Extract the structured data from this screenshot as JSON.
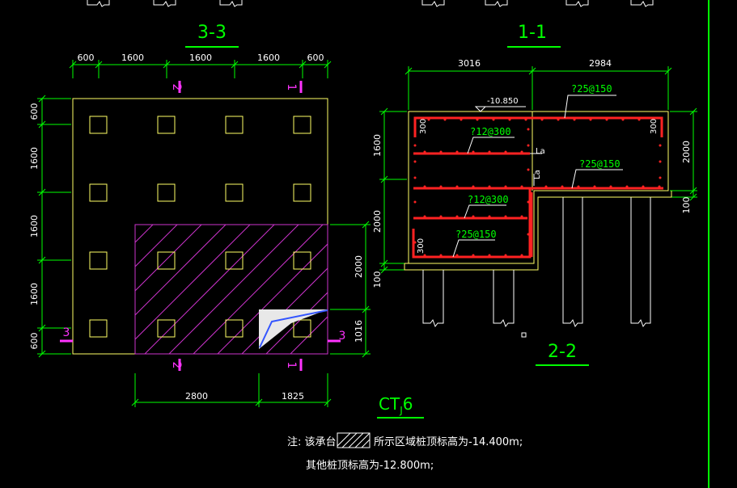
{
  "views": {
    "plan": {
      "title": "3-3",
      "top_dims": [
        "600",
        "1600",
        "1600",
        "1600",
        "600"
      ],
      "left_dims": [
        "600",
        "1600",
        "1600",
        "1600",
        "600"
      ],
      "right_dims": [
        "2000",
        "1016"
      ],
      "bottom_dims": [
        "2800",
        "1825"
      ],
      "section_labels": {
        "s2_top": "2",
        "s1_top": "1",
        "s3_left": "3",
        "s3_right": "3",
        "s2_bottom": "2",
        "s1_bottom": "1"
      }
    },
    "section": {
      "title": "1-1",
      "bottom_title": "2-2",
      "top_dims": [
        "3016",
        "2984"
      ],
      "left_dims": [
        "1600",
        "2000",
        "100"
      ],
      "right_dims": [
        "2000",
        "100"
      ],
      "elevation": "-10.850",
      "rebar_top": "?25@150",
      "rebar_mid1": "?12@300",
      "rebar_step": "?25@150",
      "rebar_mid2": "?12@300",
      "rebar_bottom": "?25@150",
      "anchor_la1": "La",
      "anchor_la2": "La",
      "cover_left": "300",
      "cover_right": "300",
      "cover_bottom_left": "300"
    }
  },
  "cap_name": {
    "main": "CT",
    "sub": "J",
    "num": "6"
  },
  "notes": {
    "line1_prefix": "注: 该承台",
    "line1_suffix": "所示区域桩顶标高为-14.400m;",
    "line2": "其他桩顶标高为-12.800m;"
  }
}
